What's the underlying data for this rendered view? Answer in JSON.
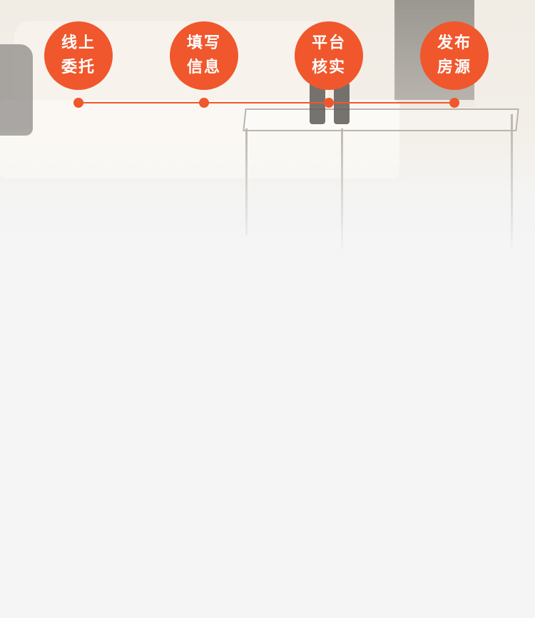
{
  "colors": {
    "accent": "#f0572c",
    "background": "#f5f5f5"
  },
  "steps": [
    {
      "line1": "线上",
      "line2": "委托"
    },
    {
      "line1": "填写",
      "line2": "信息"
    },
    {
      "line1": "平台",
      "line2": "核实"
    },
    {
      "line1": "发布",
      "line2": "房源"
    }
  ]
}
